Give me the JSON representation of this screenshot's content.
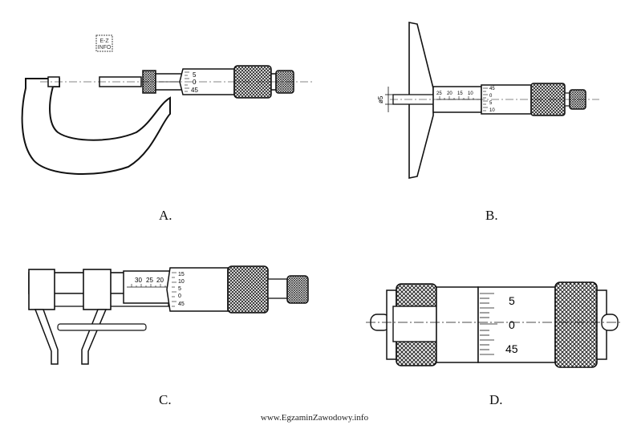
{
  "figures": [
    {
      "caption": "A.",
      "scale_labels": [
        "5",
        "0",
        "45"
      ],
      "logo_text": "E-Z INFO"
    },
    {
      "caption": "B.",
      "scale_labels": [
        "25",
        "20",
        "15",
        "10",
        "45",
        "0",
        "5",
        "10"
      ],
      "dimension_label": "ø5"
    },
    {
      "caption": "C.",
      "scale_labels": [
        "30",
        "25",
        "20",
        "15",
        "10",
        "5",
        "0",
        "45"
      ]
    },
    {
      "caption": "D.",
      "scale_labels": [
        "5",
        "0",
        "45"
      ]
    }
  ],
  "footer": "www.EgzaminZawodowy.info"
}
